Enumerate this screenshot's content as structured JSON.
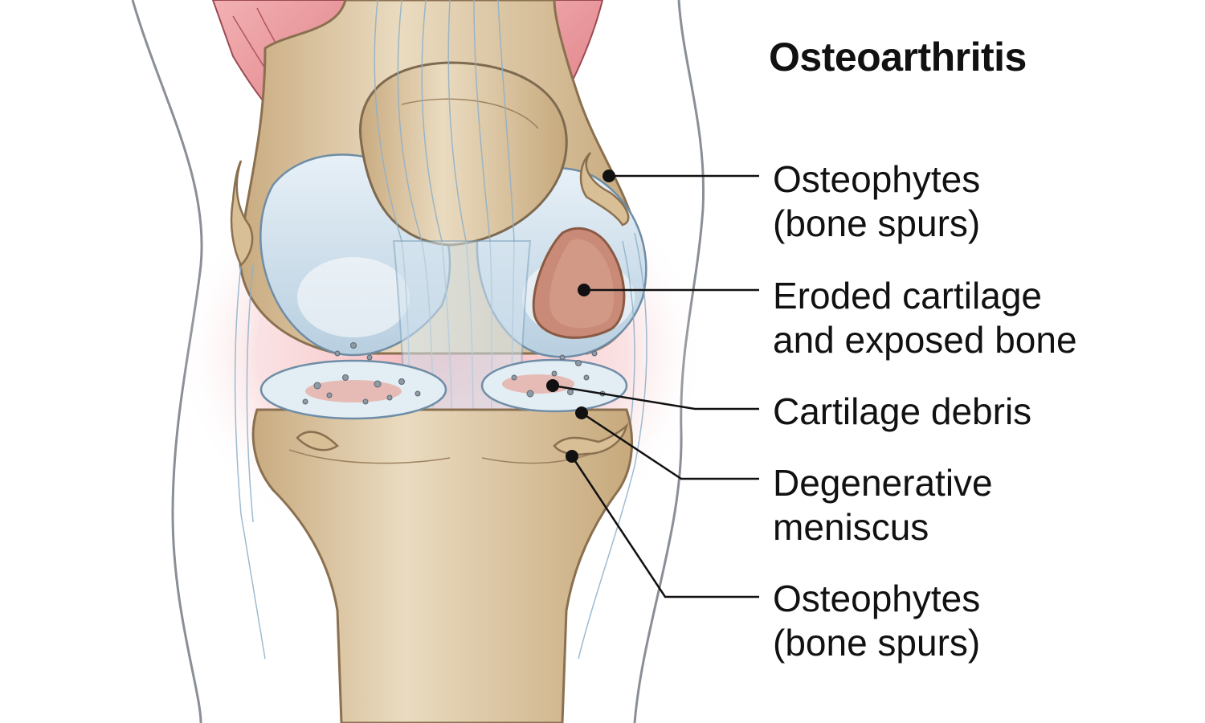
{
  "title": "Osteoarthritis",
  "labels": {
    "osteophytes_upper": {
      "line1": "Osteophytes",
      "line2": "(bone spurs)"
    },
    "eroded": {
      "line1": "Eroded cartilage",
      "line2": "and exposed bone"
    },
    "debris": {
      "line1": "Cartilage debris"
    },
    "meniscus": {
      "line1": "Degenerative",
      "line2": "meniscus"
    },
    "osteophytes_lower": {
      "line1": "Osteophytes",
      "line2": "(bone spurs)"
    }
  },
  "colors": {
    "bone": "#ddc7a3",
    "bone_outline": "#9c8360",
    "cartilage": "#cfe0ec",
    "ligament": "#d9e8f2",
    "muscle": "#e8959a",
    "inflammation": "#f4c9cc",
    "exposed_bone": "#c98a78",
    "leader_line": "#111111"
  }
}
